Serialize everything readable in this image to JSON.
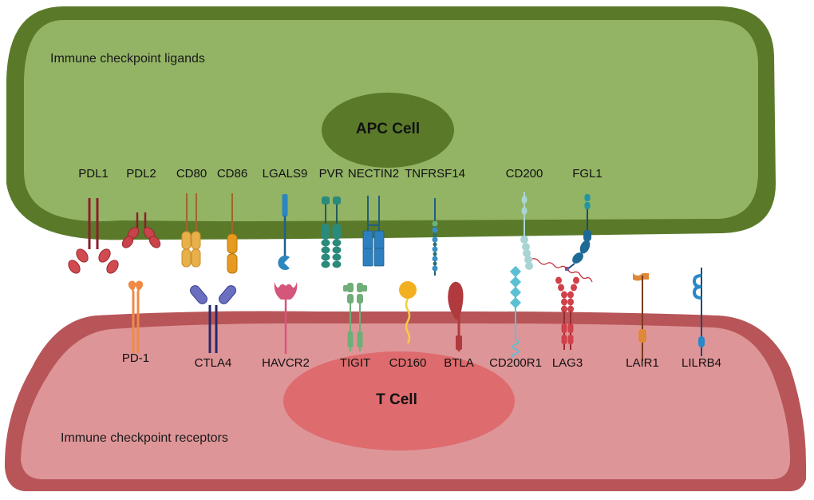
{
  "figure": {
    "apc_cell": {
      "region_label": "Immune checkpoint ligands",
      "nucleus_label": "APC Cell",
      "colors": {
        "membrane": "#5a7a2a",
        "cytoplasm": "#93b365",
        "nucleus": "#5a7a2a"
      }
    },
    "t_cell": {
      "region_label": "Immune checkpoint receptors",
      "nucleus_label": "T Cell",
      "colors": {
        "membrane": "#b85558",
        "cytoplasm": "#de9598",
        "nucleus": "#de6b6d"
      }
    },
    "ligands": [
      {
        "name": "PDL1",
        "color": "#8b1f2a"
      },
      {
        "name": "PDL2",
        "color": "#c9434a"
      },
      {
        "name": "CD80",
        "color": "#e8b04a"
      },
      {
        "name": "CD86",
        "color": "#e69a1f"
      },
      {
        "name": "LGALS9",
        "color": "#2d86c0"
      },
      {
        "name": "PVR",
        "color": "#2a8a7c"
      },
      {
        "name": "NECTIN2",
        "color": "#2d7fc0"
      },
      {
        "name": "TNFRSF14",
        "color": "#3b8ec2"
      },
      {
        "name": "CD200",
        "color": "#a9d4d4"
      },
      {
        "name": "FGL1",
        "color": "#1e6a96"
      }
    ],
    "receptors": [
      {
        "name": "PD-1",
        "color": "#f08a45"
      },
      {
        "name": "CTLA4",
        "color": "#6a6fc0"
      },
      {
        "name": "HAVCR2",
        "color": "#d4567a"
      },
      {
        "name": "TIGIT",
        "color": "#6fae78"
      },
      {
        "name": "CD160",
        "color": "#f2b020"
      },
      {
        "name": "BTLA",
        "color": "#b03a3e"
      },
      {
        "name": "CD200R1",
        "color": "#5cc0d4"
      },
      {
        "name": "LAG3",
        "color": "#d0414a"
      },
      {
        "name": "LAIR1",
        "color": "#e0883a"
      },
      {
        "name": "LILRB4",
        "color": "#2a88c8"
      }
    ]
  }
}
